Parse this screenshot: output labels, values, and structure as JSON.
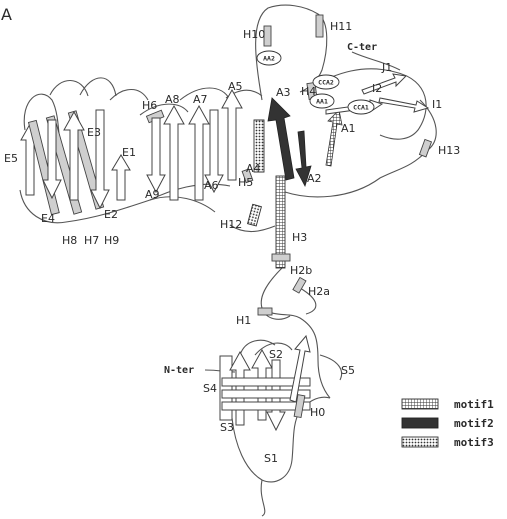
{
  "panel_label": "A",
  "termini": {
    "c_term": "C-ter",
    "n_term": "N-ter"
  },
  "helices": [
    "H11",
    "H10",
    "H6",
    "H4",
    "H13",
    "H5",
    "H12",
    "H3",
    "H2b",
    "H2a",
    "H1",
    "H0",
    "H8",
    "H7",
    "H9"
  ],
  "strands": [
    "A8",
    "A7",
    "A5",
    "A3",
    "A1",
    "A4",
    "A2",
    "A6",
    "A9",
    "E1",
    "E2",
    "E3",
    "E4",
    "E5",
    "I1",
    "I2",
    "J1",
    "S1",
    "S2",
    "S3",
    "S4",
    "S5"
  ],
  "ovals": {
    "aa2": "AA2",
    "cca2": "CCA2",
    "aa1": "AA1",
    "cca1": "CCA1"
  },
  "legend": {
    "items": [
      {
        "label": "motif1",
        "pattern": "grid"
      },
      {
        "label": "motif2",
        "pattern": "solid"
      },
      {
        "label": "motif3",
        "pattern": "dots"
      }
    ]
  },
  "colors": {
    "motif2": "#333333",
    "helix_fill": "#cfcfcf",
    "line": "#444444"
  }
}
